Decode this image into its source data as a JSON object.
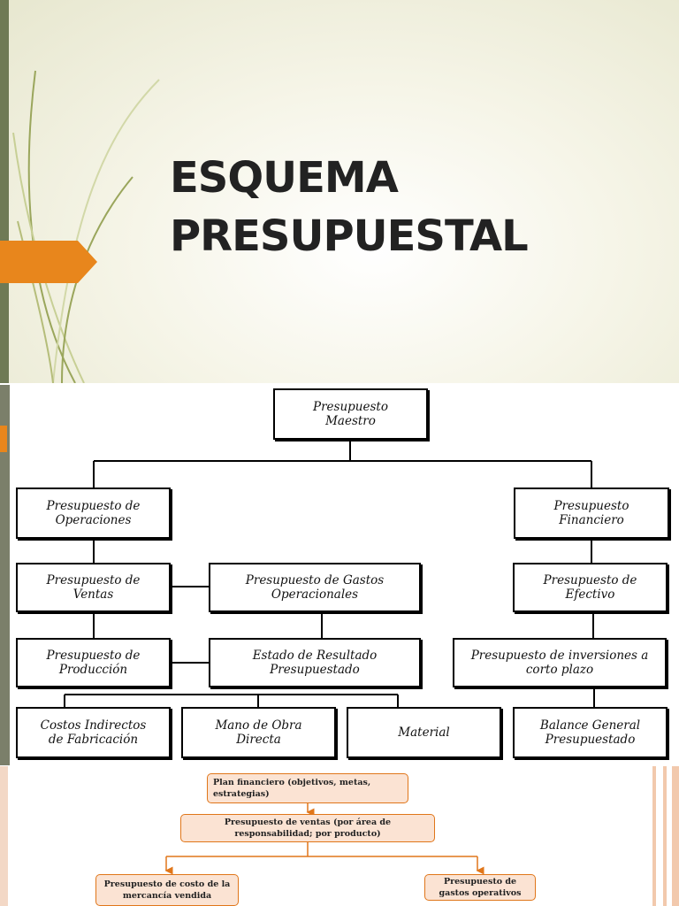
{
  "title_slide": {
    "title": "ESQUEMA\nPRESUPUESTAL"
  },
  "diagram": {
    "nodes": {
      "maestro": "Presupuesto\nMaestro",
      "operaciones": "Presupuesto  de\nOperaciones",
      "financiero": "Presupuesto\nFinanciero",
      "ventas": "Presupuesto de\nVentas",
      "gastos_operacionales": "Presupuesto de Gastos\nOperacionales",
      "efectivo": "Presupuesto de\nEfectivo",
      "produccion": "Presupuesto de\nProducción",
      "estado_resultado": "Estado de Resultado\nPresupuestado",
      "inversiones": "Presupuesto de inversiones a\ncorto plazo",
      "costos_indirectos": "Costos Indirectos\nde Fabricación",
      "mano_obra": "Mano de Obra\nDirecta",
      "material": "Material",
      "balance_general": "Balance General\nPresupuestado"
    }
  },
  "bottom_diagram": {
    "plan_financiero": "Plan  financiero  (objetivos,  metas,\nestrategias)",
    "ventas": "Presupuesto de ventas (por área de\nresponsabilidad; por producto)",
    "costo_mercancia": "Presupuesto de costo de la\nmercancía vendida",
    "gastos_operativos": "Presupuesto de\ngastos operativos"
  },
  "colors": {
    "accent_orange": "#e8861c",
    "sidebar_green": "#6f7a55",
    "box_fill": "#fbe3d3"
  }
}
